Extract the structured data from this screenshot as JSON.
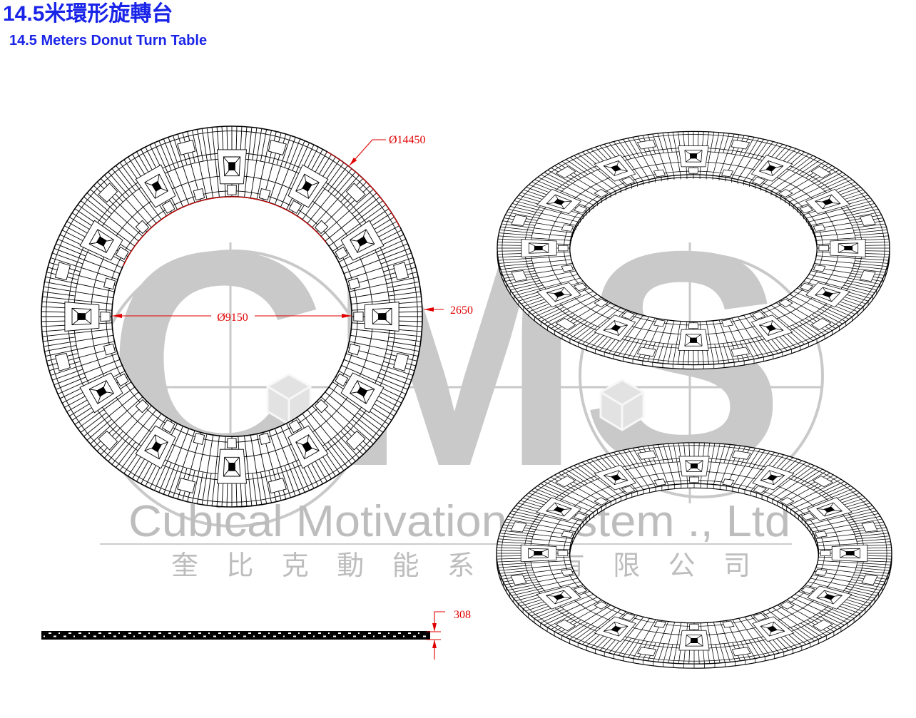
{
  "title": "14.5米環形旋轉台",
  "subtitle": "14.5 Meters Donut Turn Table",
  "dimensions": {
    "outer_diameter": "Ø14450",
    "inner_diameter": "Ø9150",
    "ring_width": "2650",
    "height": "308"
  },
  "watermark": {
    "logo": "CMS",
    "company_en": "Cubical Motivation System ., Ltd",
    "company_zh": "奎 比 克 動 能 系 統 有 限 公 司"
  },
  "colors": {
    "title": "#1a24e8",
    "dimension": "#e00000",
    "drawing": "#000000",
    "watermark": "#c9c9c9"
  }
}
